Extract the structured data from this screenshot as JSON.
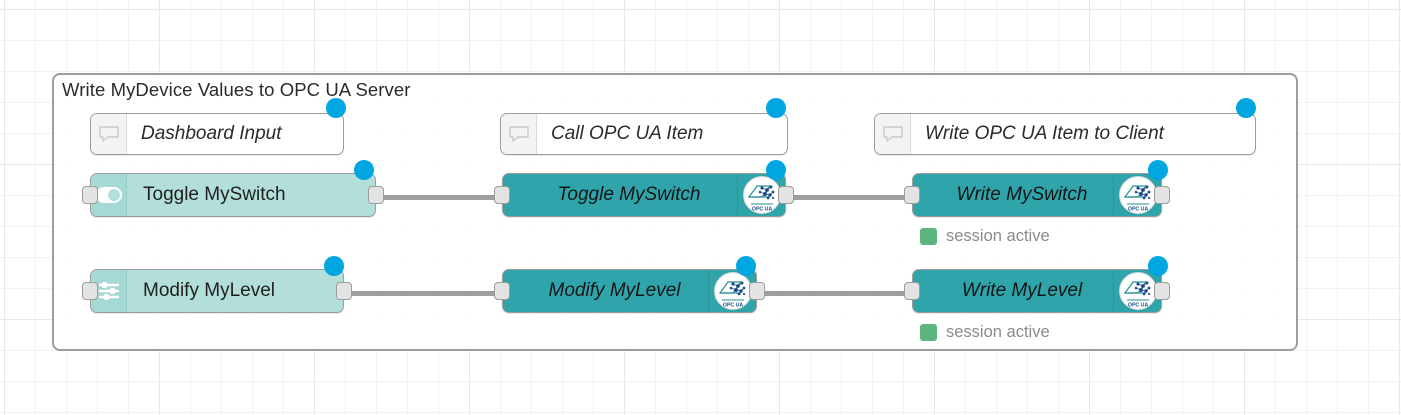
{
  "editor": {
    "type": "node-red-flow-editor",
    "grid_visible": true,
    "colors": {
      "grid_minor": "#f2f2f2",
      "grid_major": "#e8e8e8",
      "group_border": "#9d9d9d",
      "dashboard_node": "#b3dfdb",
      "opcua_node": "#2fa4ab",
      "comment_node": "#ffffff",
      "status_dot_blue": "#00a6e2",
      "status_swatch_green": "#5eb67f",
      "wire": "#9e9e9e"
    }
  },
  "group": {
    "title": "Write MyDevice Values to OPC UA Server"
  },
  "comments": [
    {
      "label": "Dashboard Input",
      "icon": "comment-bubble-icon"
    },
    {
      "label": "Call OPC UA Item",
      "icon": "comment-bubble-icon"
    },
    {
      "label": "Write OPC UA Item to Client",
      "icon": "comment-bubble-icon"
    }
  ],
  "nodes": {
    "dashboard": [
      {
        "label": "Toggle MySwitch",
        "icon": "toggle-switch-icon"
      },
      {
        "label": "Modify MyLevel",
        "icon": "sliders-icon"
      }
    ],
    "call": [
      {
        "label": "Toggle MySwitch",
        "icon": "opc-ua-logo-icon"
      },
      {
        "label": "Modify MyLevel",
        "icon": "opc-ua-logo-icon"
      }
    ],
    "write": [
      {
        "label": "Write MySwitch",
        "icon": "opc-ua-logo-icon",
        "status": "session active"
      },
      {
        "label": "Write MyLevel",
        "icon": "opc-ua-logo-icon",
        "status": "session active"
      }
    ]
  },
  "logo": {
    "caption": "OPC UA"
  }
}
